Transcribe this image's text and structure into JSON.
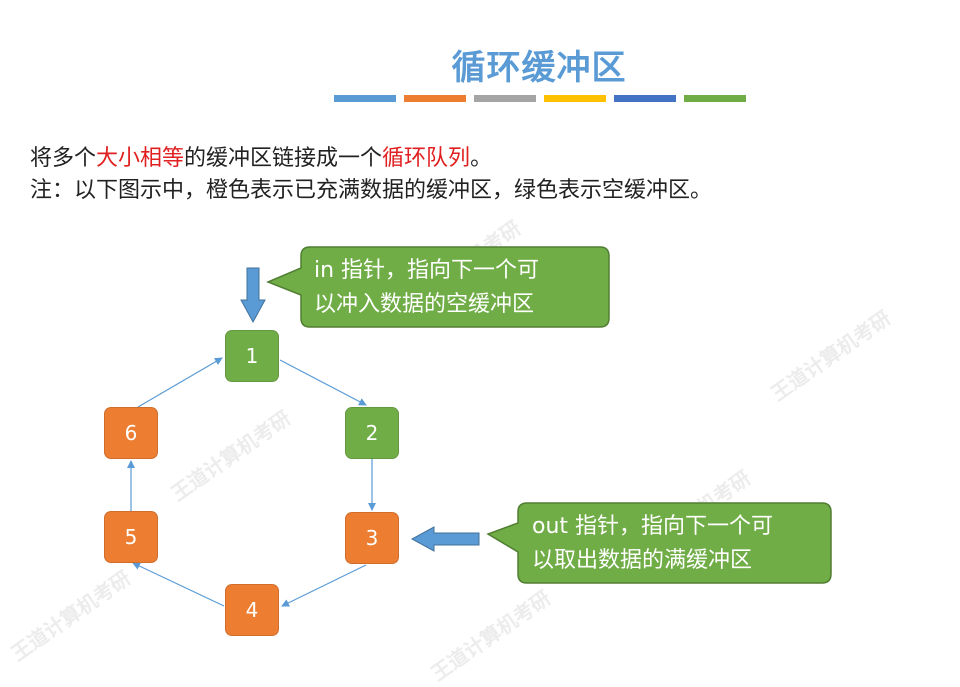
{
  "title": "循环缓冲区",
  "title_bar_colors": [
    "#5b9bd5",
    "#ed7d31",
    "#a5a5a5",
    "#ffc000",
    "#4472c4",
    "#70ad47"
  ],
  "description": {
    "line1": {
      "part1": "将多个",
      "highlight1": "大小相等",
      "part2": "的缓冲区链接成一个",
      "highlight2": "循环队列",
      "part3": "。"
    },
    "line2": "注：以下图示中，橙色表示已充满数据的缓冲区，绿色表示空缓冲区。"
  },
  "colors": {
    "full_buffer": "#ed7d31",
    "empty_buffer": "#70ad47",
    "arrow": "#5b9bd5",
    "highlight_text": "#e02020",
    "title": "#5b9bd5"
  },
  "buffers": [
    {
      "label": "1",
      "state": "empty"
    },
    {
      "label": "2",
      "state": "empty"
    },
    {
      "label": "3",
      "state": "full"
    },
    {
      "label": "4",
      "state": "full"
    },
    {
      "label": "5",
      "state": "full"
    },
    {
      "label": "6",
      "state": "full"
    }
  ],
  "callouts": {
    "in": {
      "line1": "in 指针，指向下一个可",
      "line2": "以冲入数据的空缓冲区"
    },
    "out": {
      "line1": "out 指针，指向下一个可",
      "line2": "以取出数据的满缓冲区"
    }
  },
  "watermark": "王道计算机考研"
}
